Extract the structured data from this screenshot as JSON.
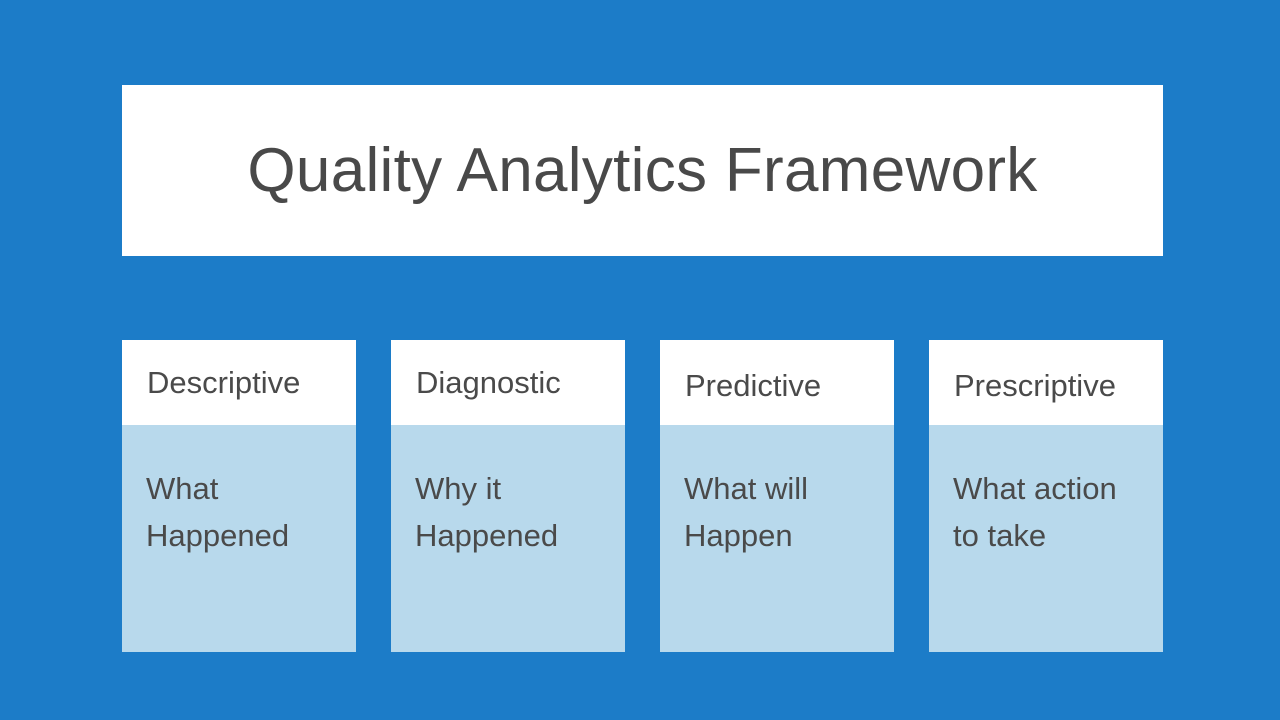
{
  "slide": {
    "background_color": "#1C7CC8",
    "title": "Quality Analytics Framework",
    "title_color": "#494949",
    "card_header_bg": "#FFFFFF",
    "card_body_bg": "#B8D9EC",
    "text_color": "#4A4A4A"
  },
  "cards": [
    {
      "header": "Descriptive",
      "body": "What\nHappened"
    },
    {
      "header": "Diagnostic",
      "body": "Why it\nHappened"
    },
    {
      "header": "Predictive",
      "body": "What will\nHappen"
    },
    {
      "header": "Prescriptive",
      "body": "What action\nto take"
    }
  ]
}
